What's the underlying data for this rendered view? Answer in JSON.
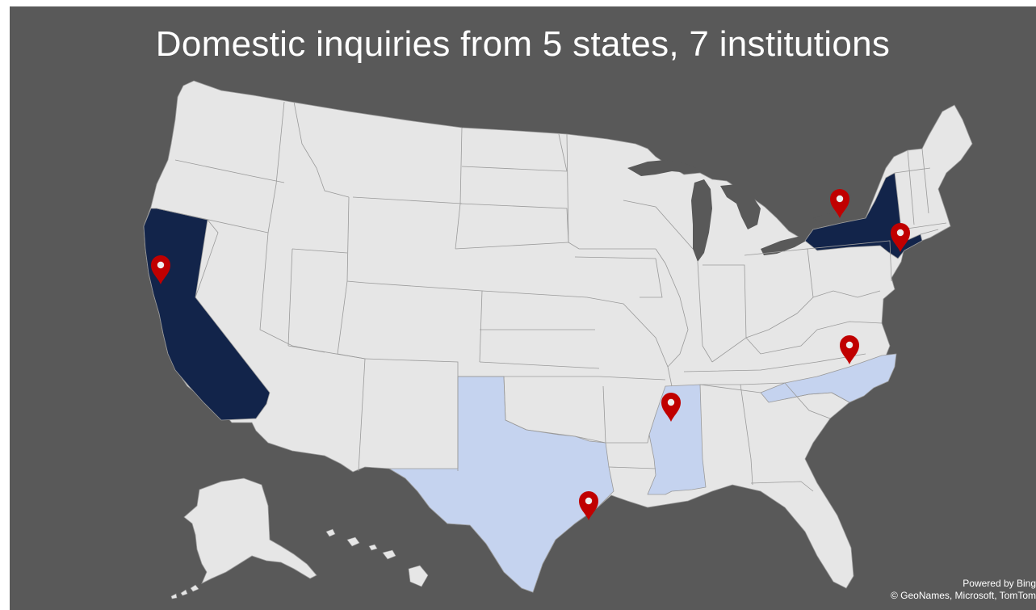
{
  "title": "Domestic inquiries from 5 states, 7 institutions",
  "credits": {
    "powered_by": "Powered by Bing",
    "copyright": "© GeoNames, Microsoft, TomTom"
  },
  "colors": {
    "background": "#595959",
    "state_default": "#e6e6e6",
    "state_high": "#12244a",
    "state_low": "#c5d3ef",
    "marker": "#c00000",
    "title_text": "#ffffff"
  },
  "map": {
    "highlighted_states": [
      {
        "state": "California",
        "level": "high"
      },
      {
        "state": "New York",
        "level": "high"
      },
      {
        "state": "Texas",
        "level": "low"
      },
      {
        "state": "Mississippi",
        "level": "low"
      },
      {
        "state": "North Carolina",
        "level": "low"
      }
    ],
    "markers": [
      {
        "state": "California",
        "icon": "map-pin-icon"
      },
      {
        "state": "New York",
        "icon": "map-pin-icon"
      },
      {
        "state": "New York",
        "icon": "map-pin-icon"
      },
      {
        "state": "Texas",
        "icon": "map-pin-icon"
      },
      {
        "state": "Mississippi",
        "icon": "map-pin-icon"
      },
      {
        "state": "North Carolina",
        "icon": "map-pin-icon"
      }
    ]
  }
}
